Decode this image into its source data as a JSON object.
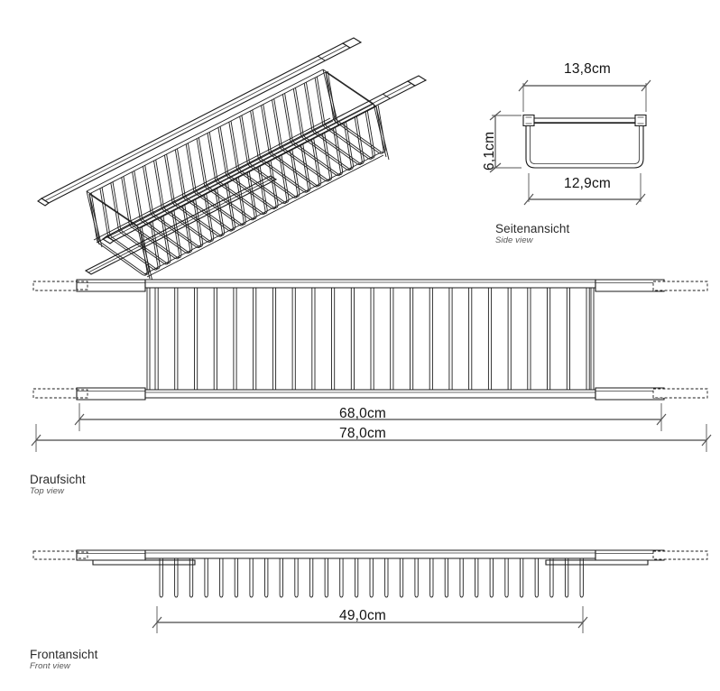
{
  "document": {
    "type": "technical-drawing",
    "subject": "wire plate rack drawer insert",
    "background_color": "#ffffff",
    "line_color": "#1a1a1a"
  },
  "views": [
    {
      "id": "isometric",
      "caption_de": "",
      "caption_en": ""
    },
    {
      "id": "side",
      "caption_de": "Seitenansicht",
      "caption_en": "Side view"
    },
    {
      "id": "top",
      "caption_de": "Draufsicht",
      "caption_en": "Top view"
    },
    {
      "id": "front",
      "caption_de": "Frontansicht",
      "caption_en": "Front view"
    }
  ],
  "dimensions": {
    "side_width_outer": "13,8cm",
    "side_width_inner": "12,9cm",
    "side_height": "6,1cm",
    "top_width_inner": "68,0cm",
    "top_width_outer": "78,0cm",
    "front_width": "49,0cm"
  },
  "geometry": {
    "top_view_wire_pairs": 23,
    "front_view_prongs": 29,
    "iso_view_prongs": 23
  }
}
